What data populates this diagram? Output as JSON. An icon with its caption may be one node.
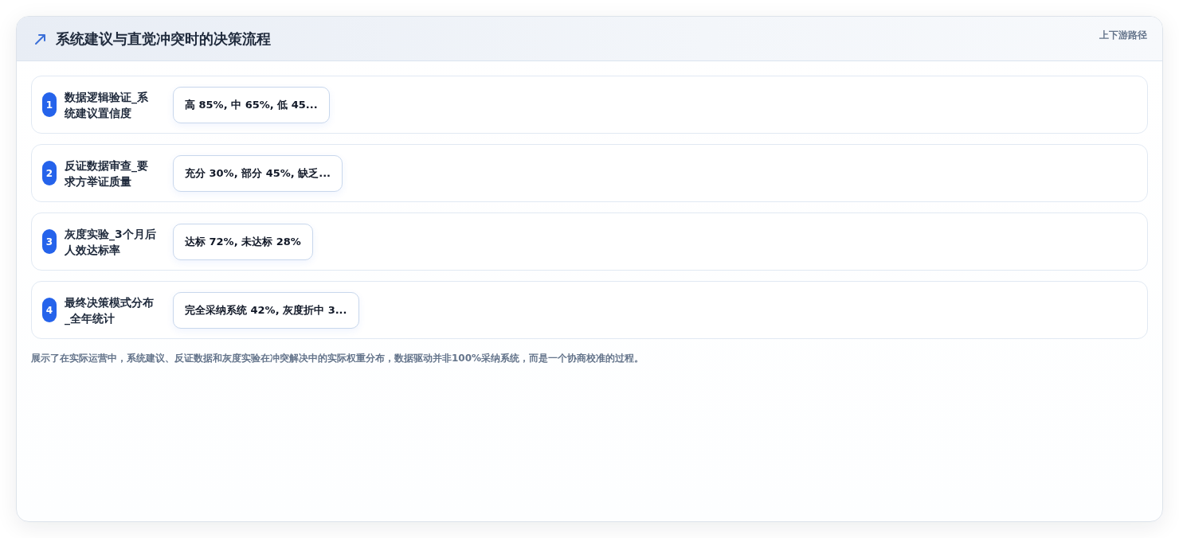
{
  "diagram": {
    "title": "系统建议与直觉冲突时的决策流程",
    "caption": "展示了在实际运营中，系统建议、反证数据和灰度实验在冲突解决中的实际权重分布，数据驱动并非100%采纳系统，而是一个协商校准的过程。",
    "nodes": [
      {
        "text": [
          "数据逻辑验证_系统建议置信度"
        ]
      },
      {
        "text": [
          "1"
        ],
        "in": 0
      },
      {
        "text": [
          "高 85%, 中 65%, 低 45..."
        ],
        "in": 0
      },
      {
        "text": [
          "反证数据审查_要求方举证质量"
        ]
      },
      {
        "text": [
          "2"
        ],
        "in": 3
      },
      {
        "text": [
          "充分 30%, 部分 45%, 缺乏..."
        ],
        "in": 3
      },
      {
        "text": [
          "灰度实验_3个月后人效达标率"
        ]
      },
      {
        "text": [
          "3"
        ],
        "in": 6
      },
      {
        "text": [
          "达标 72%, 未达标 28%"
        ],
        "in": 6
      },
      {
        "text": [
          "最终决策模式分布_全年统计"
        ]
      },
      {
        "text": [
          "4"
        ],
        "in": 9
      },
      {
        "text": [
          "完全采纳系统 42%, 灰度折中 3..."
        ],
        "in": 9
      }
    ],
    "labels": [
      "上下游路径"
    ]
  }
}
